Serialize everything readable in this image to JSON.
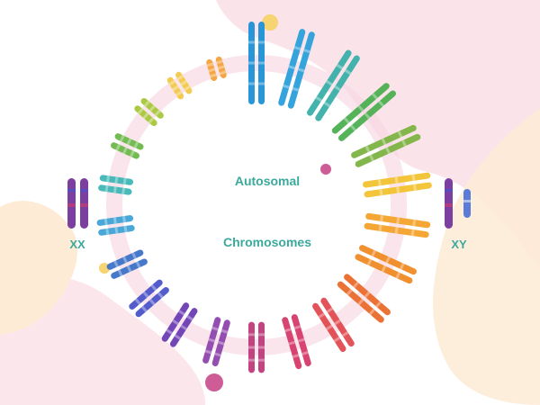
{
  "labels": {
    "autosomal": "Autosomal",
    "chromosomes": "Chromosomes",
    "xx": "XX",
    "xy": "XY"
  },
  "colors": {
    "label_teal": "#3BA99C",
    "ring_pink": "#F8D7E3",
    "blob_pink": "#FBE3EA",
    "blob_peach": "#FDEBD6",
    "dot_yellow": "#F6D472",
    "dot_magenta": "#CE5C96",
    "sex_chromosome_purple": "#7B3FA0",
    "sex_chromosome_blue": "#5B7BD8"
  },
  "autosome_pair_colors": [
    "#1E90D8",
    "#2A9FDB",
    "#3AAFA9",
    "#4CAF50",
    "#7CB342",
    "#F2C230",
    "#F4A22A",
    "#F08A24",
    "#EA6A2A",
    "#E04B50",
    "#D63A6A",
    "#C03A7A",
    "#8E44AD",
    "#6C3CB4",
    "#4B53C8",
    "#3C72C8",
    "#3FA3D6",
    "#3FB5B5",
    "#6CB84A",
    "#A8C63A",
    "#F2C84A",
    "#F4A23A"
  ],
  "icons": {
    "autosome": "chromosome-pair-icon",
    "sex_xx": "xx-chromosome-icon",
    "sex_xy": "xy-chromosome-icon"
  }
}
